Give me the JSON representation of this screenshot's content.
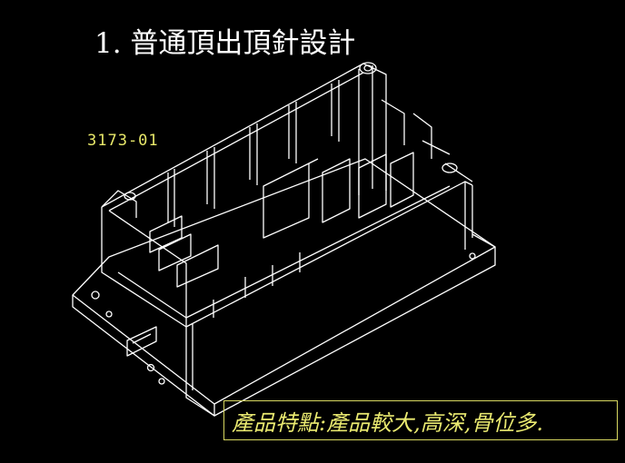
{
  "slide": {
    "title": "1. 普通頂出頂針設計",
    "part_number": "3173-01",
    "caption": "產品特點:產品較大,高深,骨位多."
  },
  "colors": {
    "background": "#000000",
    "line": "#ffffff",
    "label": "#e8e86a",
    "caption_border": "#d8d860"
  }
}
